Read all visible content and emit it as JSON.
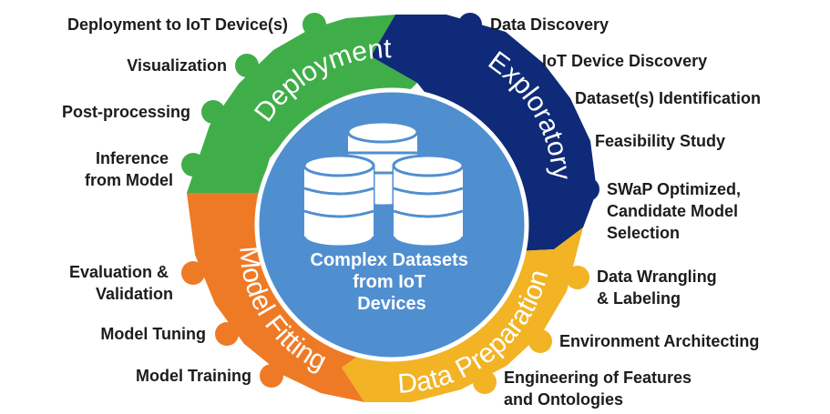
{
  "center": {
    "lines": [
      "Complex Datasets",
      "from IoT",
      "Devices"
    ],
    "icon": "database-stack-icon",
    "color": "#4f8fd0"
  },
  "segments": [
    {
      "key": "deployment",
      "title": "Deployment",
      "color": "#3fae49",
      "items": [
        {
          "lines": [
            "Deployment to IoT Device(s)"
          ]
        },
        {
          "lines": [
            "Visualization"
          ]
        },
        {
          "lines": [
            "Post-processing"
          ]
        },
        {
          "lines": [
            "Inference",
            "from Model"
          ]
        }
      ]
    },
    {
      "key": "exploratory",
      "title": "Exploratory",
      "color": "#0f2a78",
      "items": [
        {
          "lines": [
            "Data Discovery"
          ]
        },
        {
          "lines": [
            "IoT Device Discovery"
          ]
        },
        {
          "lines": [
            "Dataset(s) Identification"
          ]
        },
        {
          "lines": [
            "Feasibility Study"
          ]
        },
        {
          "lines": [
            "SWaP Optimized,",
            "Candidate Model",
            "Selection"
          ]
        }
      ]
    },
    {
      "key": "data-preparation",
      "title": "Data Preparation",
      "color": "#f2b324",
      "items": [
        {
          "lines": [
            "Data Wrangling",
            "& Labeling"
          ]
        },
        {
          "lines": [
            "Environment Architecting"
          ]
        },
        {
          "lines": [
            "Engineering of Features",
            "and Ontologies"
          ]
        }
      ]
    },
    {
      "key": "model-fitting",
      "title": "Model Fitting",
      "color": "#ef7a26",
      "items": [
        {
          "lines": [
            "Evaluation &",
            "Validation"
          ]
        },
        {
          "lines": [
            "Model Tuning"
          ]
        },
        {
          "lines": [
            "Model Training"
          ]
        }
      ]
    }
  ]
}
